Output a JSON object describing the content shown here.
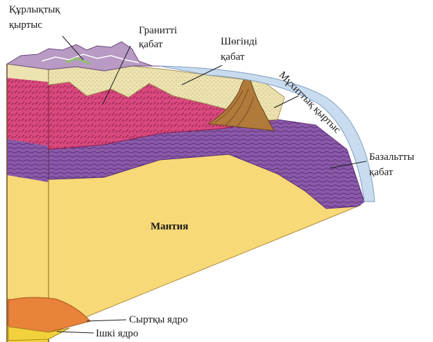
{
  "labels": {
    "continental_crust": [
      "Құрлықтық",
      "қыртыс"
    ],
    "granite_layer": [
      "Гранитті",
      "қабат"
    ],
    "sedimentary_layer": [
      "Шөгінді",
      "қабат"
    ],
    "oceanic_crust": "Мұхиттық қыртыс",
    "basalt_layer": [
      "Базальтты",
      "қабат"
    ],
    "mantle": "Мантия",
    "outer_core": "Сыртқы ядро",
    "inner_core": "Ішкі ядро"
  },
  "colors": {
    "mantle": "#f7d977",
    "granite": "#d9497e",
    "basalt": "#8a5aa8",
    "sediment": "#ece3b0",
    "ocean": "#c9dcef",
    "outer_core": "#e9823a",
    "inner_core": "#f2d23c",
    "front_face": "#f6c48e"
  }
}
